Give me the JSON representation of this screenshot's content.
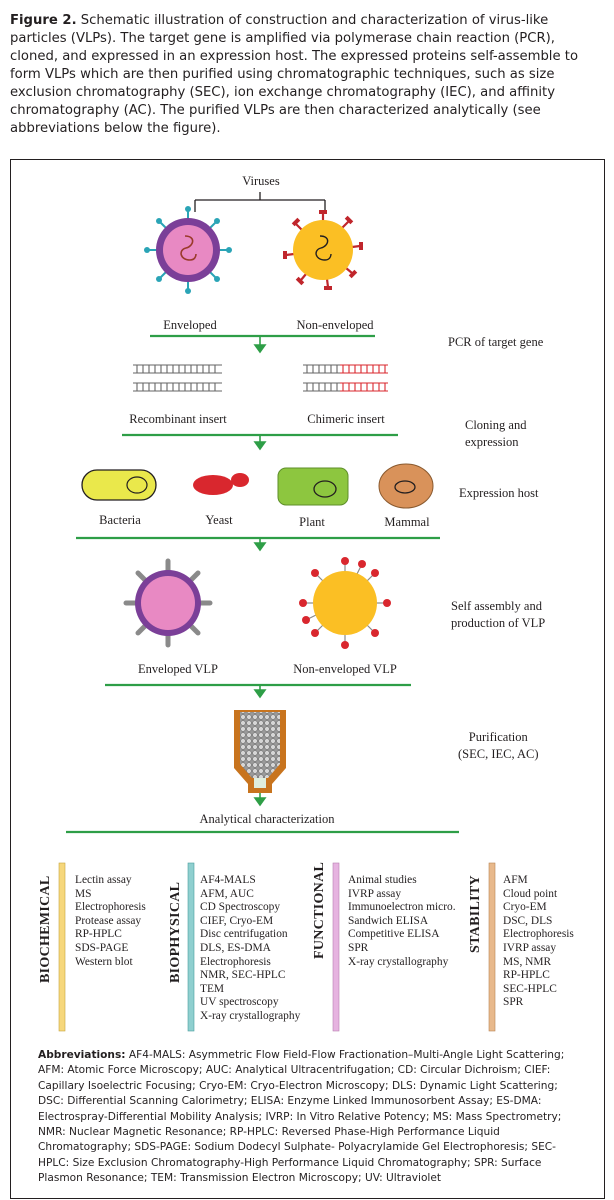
{
  "caption": {
    "label": "Figure 2.",
    "text": "Schematic illustration of construction and characterization of virus-like particles (VLPs). The target gene is amplified via polymerase chain reaction (PCR), cloned, and expressed in an expression host. The expressed proteins self-assemble to form VLPs which are then purified using chromatographic techniques, such as size exclusion chromatography (SEC), ion exchange chromatography (IEC), and affinity chromatography (AC). The purified VLPs are then characterized analytically (see abbreviations below the figure)."
  },
  "diagram": {
    "root": "Viruses",
    "viruses": [
      "Enveloped",
      "Non-enveloped"
    ],
    "inserts": [
      "Recombinant insert",
      "Chimeric insert"
    ],
    "hosts": [
      "Bacteria",
      "Yeast",
      "Plant",
      "Mammal"
    ],
    "vlps": [
      "Enveloped VLP",
      "Non-enveloped VLP"
    ],
    "final": "Analytical characterization",
    "stages": {
      "pcr": "PCR of target gene",
      "cloning_1": "Cloning and",
      "cloning_2": "expression",
      "host": "Expression host",
      "assembly_1": "Self assembly and",
      "assembly_2": "production of VLP",
      "purification_1": "Purification",
      "purification_2": "(SEC, IEC, AC)"
    }
  },
  "categories": [
    {
      "title": "BIOCHEMICAL",
      "color": "#f6d77c",
      "items": [
        "Lectin assay",
        "MS",
        "Electrophoresis",
        "Protease assay",
        "RP-HPLC",
        "SDS-PAGE",
        "Western blot"
      ]
    },
    {
      "title": "BIOPHYSICAL",
      "color": "#8fcfcf",
      "items": [
        "AF4-MALS",
        "AFM, AUC",
        "CD Spectroscopy",
        "CIEF, Cryo-EM",
        "Disc centrifugation",
        "DLS, ES-DMA",
        "Electrophoresis",
        "NMR, SEC-HPLC",
        "TEM",
        "UV spectroscopy",
        "X-ray crystallography"
      ]
    },
    {
      "title": "FUNCTIONAL",
      "color": "#e6b3e0",
      "items": [
        "Animal studies",
        "IVRP assay",
        "Immunoelectron micro.",
        "Sandwich ELISA",
        "Competitive ELISA",
        "SPR",
        "X-ray crystallography"
      ]
    },
    {
      "title": "STABILITY",
      "color": "#e8b98c",
      "items": [
        "AFM",
        "Cloud point",
        "Cryo-EM",
        "DSC, DLS",
        "Electrophoresis",
        "IVRP assay",
        "MS, NMR",
        "RP-HPLC",
        "SEC-HPLC",
        "SPR"
      ]
    }
  ],
  "abbreviations": {
    "label": "Abbreviations:",
    "text": "AF4-MALS: Asymmetric Flow Field-Flow Fractionation–Multi-Angle Light Scattering; AFM: Atomic Force Microscopy; AUC: Analytical Ultracentrifugation; CD: Circular Dichroism; CIEF: Capillary Isoelectric Focusing; Cryo-EM: Cryo-Electron Microscopy; DLS: Dynamic Light Scattering; DSC: Differential Scanning Calorimetry; ELISA: Enzyme Linked Immunosorbent Assay; ES-DMA: Electrospray-Differential Mobility Analysis; IVRP: In Vitro Relative Potency; MS: Mass Spectrometry; NMR: Nuclear Magnetic Resonance; RP-HPLC: Reversed Phase-High Performance Liquid Chromatography; SDS-PAGE: Sodium Dodecyl Sulphate- Polyacrylamide Gel Electrophoresis; SEC-HPLC: Size Exclusion Chromatography-High Performance Liquid Chromatography; SPR: Surface Plasmon Resonance; TEM: Transmission Electron Microscopy; UV: Ultraviolet"
  },
  "colors": {
    "green_line": "#2e9e47",
    "envelope": "#7b3f98",
    "enveloped_core": "#e889c3",
    "spike_teal": "#2aa4b6",
    "core_yellow": "#fbbf24",
    "spike_red": "#c0262c",
    "bacteria": "#eae84b",
    "yeast": "#d9272e",
    "plant": "#8dc63f",
    "mammal": "#d9925a",
    "column": "#c8741e"
  }
}
